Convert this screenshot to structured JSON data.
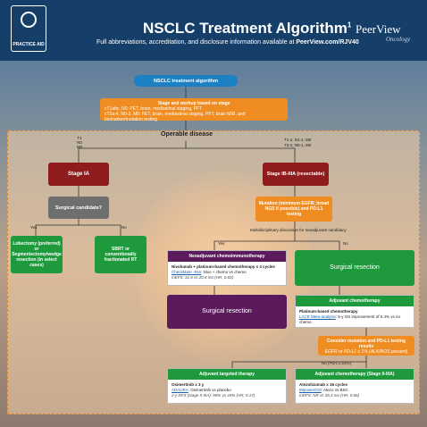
{
  "header": {
    "badge_label": "PRACTICE AID",
    "title": "NSCLC Treatment Algorithm",
    "title_sup": "1",
    "subtitle_prefix": "Full abbreviations, accreditation, and disclosure information available at ",
    "subtitle_link": "PeerView.com/RJV40",
    "brand": "PeerView",
    "brand_sub": "Oncology"
  },
  "flow": {
    "start": "NSCLC treatment algorithm",
    "workup_head": "Stage and workup based on stage",
    "workup_b1": "cT1abc, N0: PET, brain, mediastinal staging, PFT",
    "workup_b2": "cT2a-4, N0-3, M0: PET, brain, mediastinal staging, PFT, brain MRI, and biomarker/mutation testing",
    "operable": "Operable disease",
    "branch_left": "T1 N0 M0",
    "branch_right_1": "T1-2, N1-2, M0",
    "branch_right_2": "T3-4, N0-1, M0",
    "stage_ia": "Stage IA",
    "stage_ib": "Stage IB-IIIA (resectable)",
    "surg_cand": "Surgical candidate?",
    "yes": "Yes",
    "no": "No",
    "lobectomy": "Lobectomy (preferred) or Segmentectomy/wedge resection (in select cases)",
    "sbrt": "SBRT or conventionally fractionated RT",
    "mutation": "Mutation (minimum EGFR; broad NGS if possible) and PD-L1 testing",
    "multidisc": "Multidisciplinary discussion for neoadjuvant candidacy",
    "neo_head": "Neoadjuvant chemoimmunotherapy",
    "neo_t": "Nivolumab + platinum-based chemotherapy x 3 cycles",
    "neo_l": "CheckMate -816",
    "neo_l2": ": Nivo + chemo vs chemo",
    "neo_i": "mEFS: 31.6 vs 20.8 mo (HR, 0.63)",
    "surg_res_1": "Surgical resection",
    "surg_res_2": "Surgical resection",
    "adj_head": "Adjuvant chemotherapy",
    "adj_t": "Platinum-based chemotherapy",
    "adj_l": "LACE Meta-analysis",
    "adj_l2": ": 5-y OS improvement of 5.4% vs no chemo",
    "consider": "Consider mutation and PD-L1 testing results",
    "consider_sub": "EGFR or PD-L1 ≥ 1% (ALK/ROS present)",
    "no_pdl1": "No (PD-L1 ≥1%)",
    "tgt_head": "Adjuvant targeted therapy",
    "tgt_t": "Osimertinib x 3 y",
    "tgt_l": "ADAURA",
    "tgt_l2": ": Osimertinib vs placebo",
    "tgt_i": "2-y DFS (stage II-IIIA): 90% vs 44% (HR, 0.17)",
    "chemo3_head": "Adjuvant chemotherapy (Stage II-IIIA)",
    "chemo3_t": "Atezolizumab x 16 cycles",
    "chemo3_l": "IMpower010",
    "chemo3_l2": ": Atezo vs BSC",
    "chemo3_i": "mDFS: NR vs 35.3 mo (HR, 0.66)"
  }
}
